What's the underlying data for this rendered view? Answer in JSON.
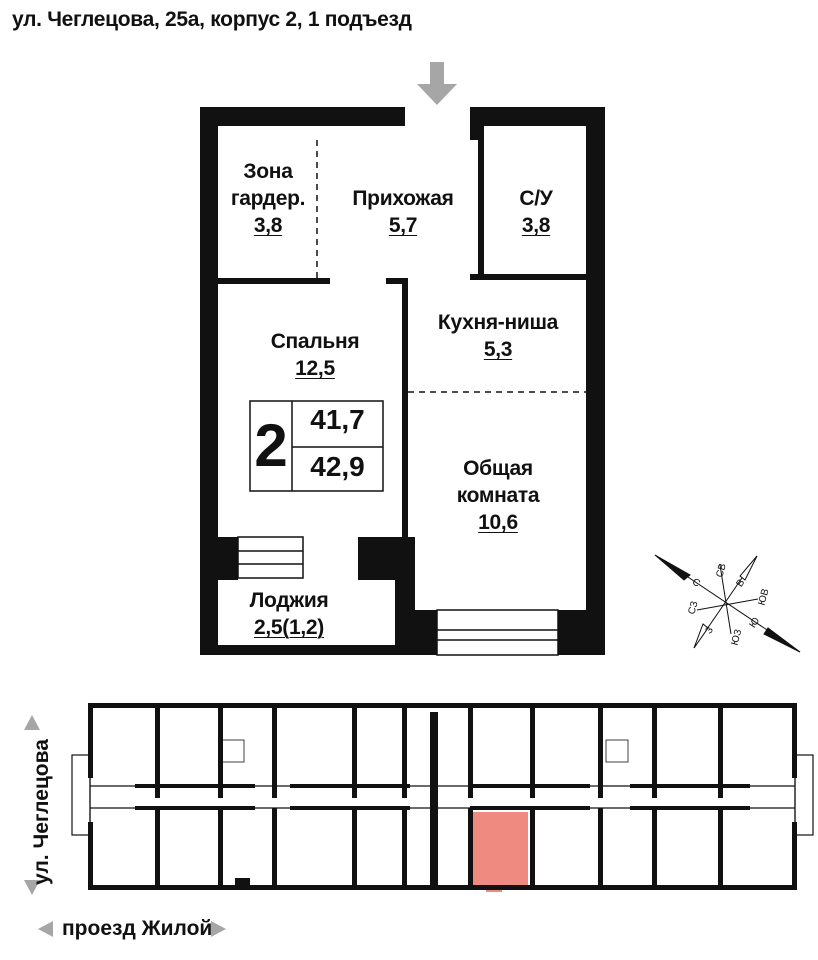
{
  "title": "ул. Чеглецова, 25а, корпус 2, 1 подъезд",
  "rooms": {
    "wardrobe": {
      "name1": "Зона",
      "name2": "гардер.",
      "area": "3,8"
    },
    "hall": {
      "name": "Прихожая",
      "area": "5,7"
    },
    "bathroom": {
      "name": "С/У",
      "area": "3,8"
    },
    "bedroom": {
      "name": "Спальня",
      "area": "12,5"
    },
    "kitchen": {
      "name": "Кухня-ниша",
      "area": "5,3"
    },
    "living": {
      "name1": "Общая",
      "name2": "комната",
      "area": "10,6"
    },
    "loggia": {
      "name": "Лоджия",
      "area": "2,5(1,2)"
    }
  },
  "summary": {
    "rooms_count": "2",
    "living_area": "41,7",
    "total_area": "42,9"
  },
  "compass": {
    "n": "С",
    "ne": "СВ",
    "e": "В",
    "se": "ЮВ",
    "s": "Ю",
    "sw": "ЮЗ",
    "w": "З",
    "nw": "СЗ"
  },
  "streets": {
    "vertical": "ул. Чеглецова",
    "horizontal": "проезд Жилой"
  },
  "colors": {
    "wall": "#111111",
    "highlight": "#ee8a80",
    "arrow": "#a6a6a6"
  }
}
